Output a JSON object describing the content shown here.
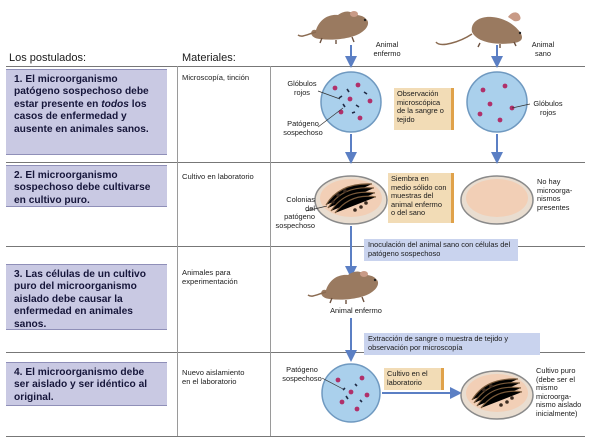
{
  "headers": {
    "postulates": "Los postulados:",
    "materials": "Materiales:"
  },
  "postulates": [
    {
      "pre": "1. El microorganismo patógeno sospechoso debe estar presente en ",
      "emph": "todos",
      "post": " los casos de enfermedad y ausente en animales sanos."
    },
    {
      "pre": "2. El microorganismo sospechoso debe cultivarse en cultivo puro.",
      "emph": "",
      "post": ""
    },
    {
      "pre": "3. Las células de un cultivo puro del microorganismo aislado debe causar la enfermedad en animales sanos.",
      "emph": "",
      "post": ""
    },
    {
      "pre": "4. El microorganismo debe ser aislado y ser idéntico al original.",
      "emph": "",
      "post": ""
    }
  ],
  "materials": [
    "Microscopía, tinción",
    "Cultivo en laboratorio",
    "Animales para experimentación",
    "Nuevo aislamiento en el laboratorio"
  ],
  "labels": {
    "animal_sick": "Animal enfermo",
    "animal_healthy": "Animal sano",
    "red_cells_left": "Glóbulos rojos",
    "pathogen_left": "Patógeno sospechoso",
    "red_cells_right": "Glóbulos rojos",
    "colonies": "Colonias del patógeno sospechoso",
    "no_microbes": "No hay microorga- nismos presentes",
    "animal_sick_3": "Animal enfermo",
    "pathogen_4": "Patógeno sospechoso",
    "pure_culture": "Cultivo puro (debe ser el mismo microorga- nismo aislado inicialmente)"
  },
  "boxes": {
    "observation": "Observación microscópica de la sangre o tejido",
    "sowing": "Siembra en medio sólido con muestras del animal enfermo o del sano",
    "culture_lab": "Cultivo en el laboratorio",
    "inoculation": "Inoculación del animal sano con células del patógeno sospechoso",
    "extraction": "Extracción de sangre o muestra de tejido y observación por microscopía"
  },
  "colors": {
    "postulate_bg": "#c9c9e3",
    "tan_box": "#f2dcb6",
    "blue_box": "#c9d3ee",
    "arrow": "#5b7fc4",
    "red_cell": "#b0306a",
    "petri_fill": "#aad0ec",
    "agar": "#f2cfb6",
    "mouse": "#9a7a60"
  },
  "icons": [
    "mouse-sick-icon",
    "mouse-healthy-icon",
    "petri-dish-icon",
    "arrow-down-icon",
    "arrow-right-icon"
  ]
}
